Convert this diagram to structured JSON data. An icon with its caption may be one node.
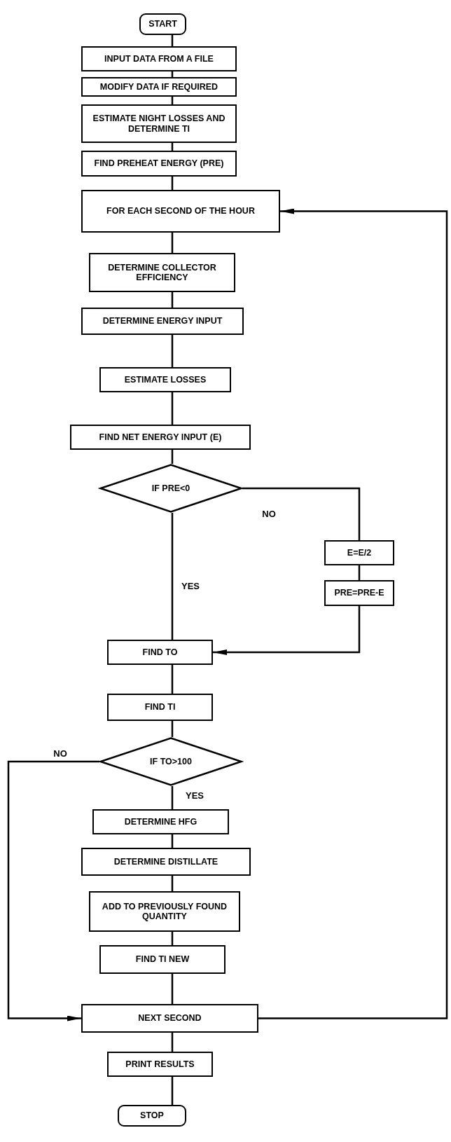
{
  "diagram": {
    "nodes": [
      {
        "text": [
          "START"
        ]
      },
      {
        "text": [
          "INPUT DATA FROM A FILE"
        ]
      },
      {
        "text": [
          "MODIFY DATA IF REQUIRED"
        ]
      },
      {
        "text": [
          "ESTIMATE NIGHT LOSSES AND DETERMINE TI"
        ]
      },
      {
        "text": [
          "FIND PREHEAT ENERGY (PRE)"
        ]
      },
      {
        "text": [
          "FOR EACH SECOND OF THE HOUR"
        ]
      },
      {
        "text": [
          "DETERMINE COLLECTOR EFFICIENCY"
        ]
      },
      {
        "text": [
          "DETERMINE ENERGY INPUT"
        ]
      },
      {
        "text": [
          "ESTIMATE LOSSES"
        ]
      },
      {
        "text": [
          "FIND NET ENERGY INPUT (E)"
        ]
      },
      {
        "text": [
          "IF PRE<0"
        ]
      },
      {
        "text": [
          "E=E/2"
        ]
      },
      {
        "text": [
          "PRE=PRE-E"
        ]
      },
      {
        "text": [
          "FIND TO"
        ]
      },
      {
        "text": [
          "FIND TI"
        ]
      },
      {
        "text": [
          "IF TO>100"
        ]
      },
      {
        "text": [
          "DETERMINE HFG"
        ]
      },
      {
        "text": [
          "DETERMINE DISTILLATE"
        ]
      },
      {
        "text": [
          "ADD TO PREVIOUSLY FOUND QUANTITY"
        ]
      },
      {
        "text": [
          "FIND TI NEW"
        ]
      },
      {
        "text": [
          "NEXT SECOND"
        ]
      },
      {
        "text": [
          "PRINT RESULTS"
        ]
      },
      {
        "text": [
          "STOP"
        ]
      }
    ],
    "edges": [
      {
        "from": 0,
        "to": 1,
        "arrow": "none"
      },
      {
        "from": 1,
        "to": 2,
        "arrow": "none"
      },
      {
        "from": 2,
        "to": 3,
        "arrow": "none"
      },
      {
        "from": 3,
        "to": 4,
        "arrow": "none"
      },
      {
        "from": 4,
        "to": 5,
        "arrow": "none"
      },
      {
        "from": 5,
        "to": 6,
        "arrow": "none"
      },
      {
        "from": 6,
        "to": 7,
        "arrow": "none"
      },
      {
        "from": 7,
        "to": 8,
        "arrow": "none"
      },
      {
        "from": 8,
        "to": 9,
        "arrow": "none"
      },
      {
        "from": 9,
        "to": 10,
        "arrow": "none"
      },
      {
        "from": 10,
        "to": 11,
        "arrow": "none",
        "label": "NO"
      },
      {
        "from": 11,
        "to": 12,
        "arrow": "none"
      },
      {
        "from": 12,
        "to": 13,
        "arrow": "to"
      },
      {
        "from": 10,
        "to": 13,
        "arrow": "none",
        "label": "YES"
      },
      {
        "from": 13,
        "to": 14,
        "arrow": "none"
      },
      {
        "from": 14,
        "to": 15,
        "arrow": "none"
      },
      {
        "from": 15,
        "to": 16,
        "arrow": "none",
        "label": "YES"
      },
      {
        "from": 15,
        "to": 20,
        "arrow": "to",
        "label": "NO"
      },
      {
        "from": 16,
        "to": 17,
        "arrow": "none"
      },
      {
        "from": 17,
        "to": 18,
        "arrow": "none"
      },
      {
        "from": 18,
        "to": 19,
        "arrow": "none"
      },
      {
        "from": 19,
        "to": 20,
        "arrow": "none"
      },
      {
        "from": 20,
        "to": 5,
        "arrow": "to"
      },
      {
        "from": 20,
        "to": 21,
        "arrow": "none"
      },
      {
        "from": 21,
        "to": 22,
        "arrow": "none"
      }
    ]
  }
}
